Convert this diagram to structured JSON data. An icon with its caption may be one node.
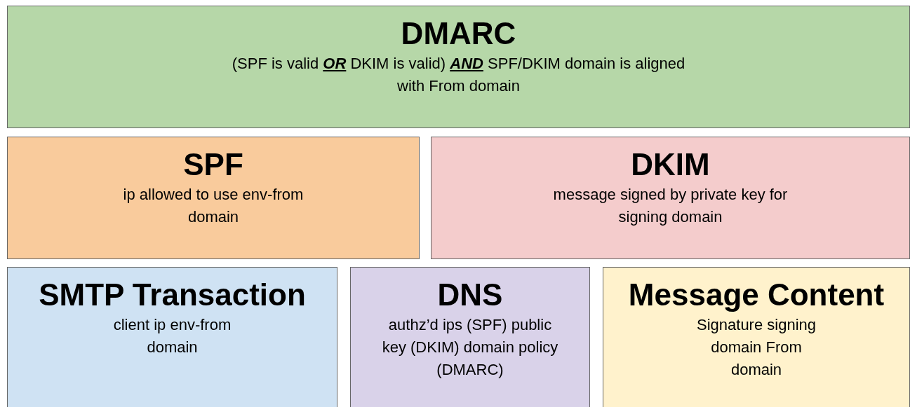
{
  "diagram": {
    "nodes": [
      {
        "text": [
          "DMARC",
          "(SPF is valid **OR** DKIM is valid) **AND** SPF/DKIM domain is aligned with From domain"
        ]
      },
      {
        "text": [
          "SPF",
          "ip allowed to use env-from domain"
        ]
      },
      {
        "text": [
          "DKIM",
          "message signed by private key for signing domain"
        ]
      },
      {
        "text": [
          "SMTP Transaction",
          "client ip env-from domain"
        ]
      },
      {
        "text": [
          "DNS",
          "authz’d ips (SPF) public key (DKIM) domain policy (DMARC)"
        ]
      },
      {
        "text": [
          "Message Content",
          "Signature signing domain From domain"
        ]
      }
    ],
    "edges": []
  }
}
